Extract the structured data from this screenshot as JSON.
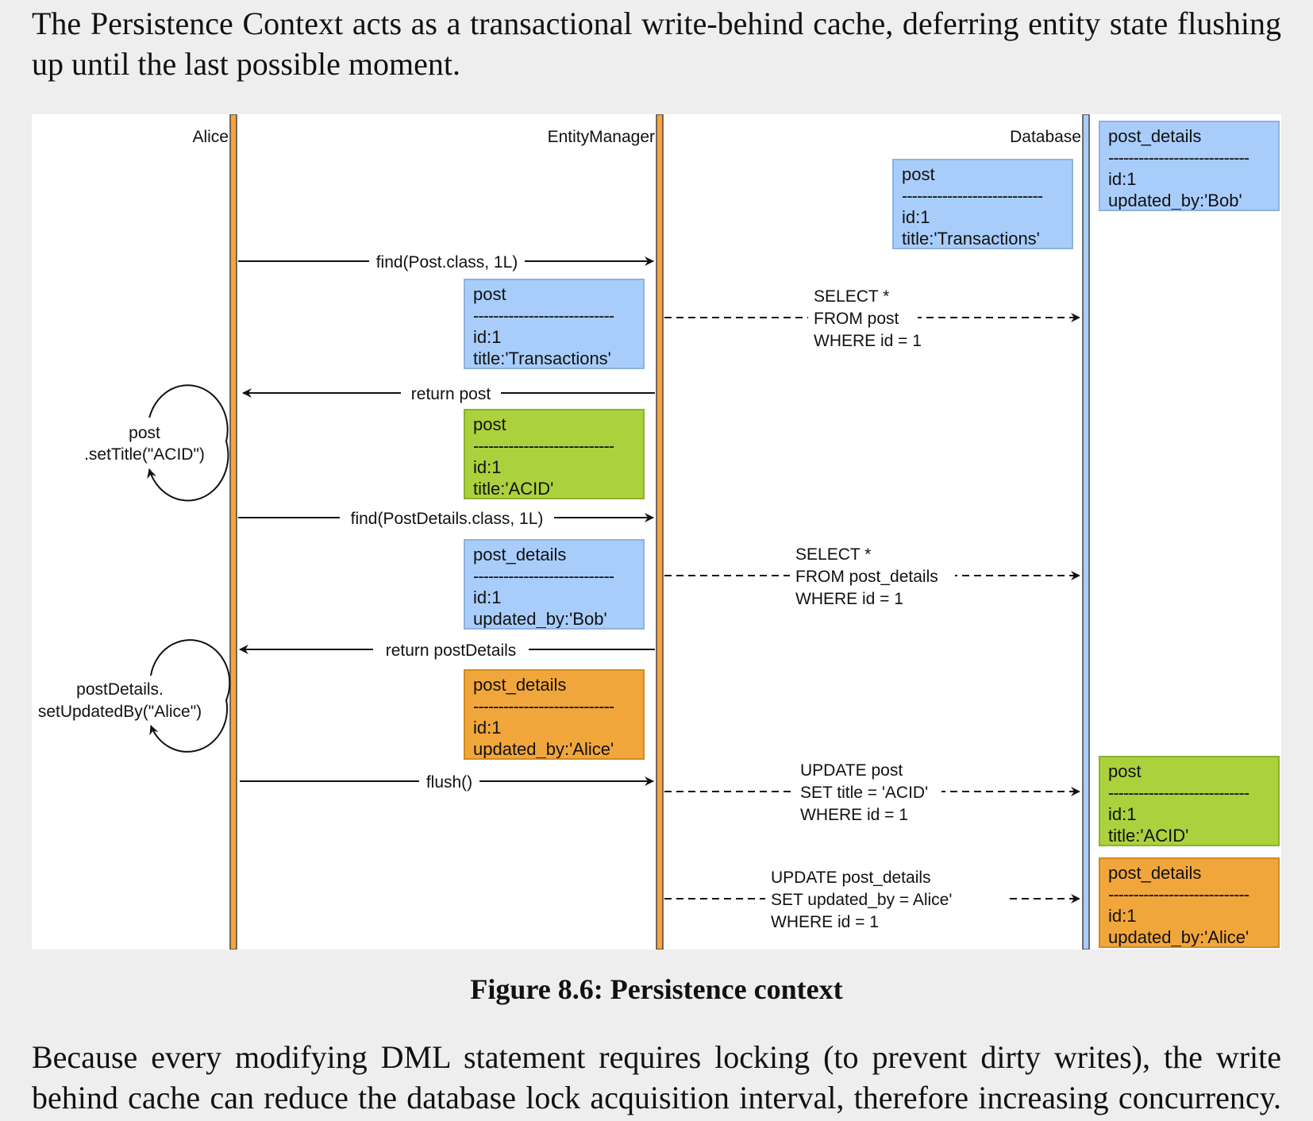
{
  "paragraph_top": "The Persistence Context acts as a transactional write-behind cache, deferring entity state flushing up until the last possible moment.",
  "paragraph_bottom": "Because every modifying DML statement requires locking (to prevent dirty writes), the write behind cache can reduce the database lock acquisition interval, therefore increasing concurrency.",
  "caption": "Figure 8.6: Persistence context",
  "diagram": {
    "lifelines": {
      "alice": "Alice",
      "entity_manager": "EntityManager",
      "database": "Database"
    },
    "messages": {
      "find_post": "find(Post.class, 1L)",
      "return_post": "return post",
      "set_title_1": "post",
      "set_title_2": ".setTitle(\"ACID\")",
      "find_post_details": "find(PostDetails.class, 1L)",
      "return_post_details": "return postDetails",
      "set_updated_by_1": "postDetails.",
      "set_updated_by_2": "setUpdatedBy(\"Alice\")",
      "flush": "flush()"
    },
    "sql": {
      "select_post": [
        "SELECT *",
        "FROM post",
        "WHERE id = 1"
      ],
      "select_post_details": [
        "SELECT *",
        "FROM post_details",
        "WHERE id = 1"
      ],
      "update_post": [
        "UPDATE post",
        "SET title = 'ACID'",
        "WHERE id = 1"
      ],
      "update_post_details": [
        "UPDATE post_details",
        "SET updated_by = Alice'",
        "WHERE id = 1"
      ]
    },
    "separator": "----------------------------",
    "boxes": {
      "db_post": {
        "name": "post",
        "id": "id:1",
        "value": "title:'Transactions'",
        "color": "#a9cdfa"
      },
      "db_post_details": {
        "name": "post_details",
        "id": "id:1",
        "value": "updated_by:'Bob'",
        "color": "#a9cdfa"
      },
      "pc_post_loaded": {
        "name": "post",
        "id": "id:1",
        "value": "title:'Transactions'",
        "color": "#a9cdfa"
      },
      "pc_post_modified": {
        "name": "post",
        "id": "id:1",
        "value": "title:'ACID'",
        "color": "#abd13d"
      },
      "pc_post_details_loaded": {
        "name": "post_details",
        "id": "id:1",
        "value": "updated_by:'Bob'",
        "color": "#a9cdfa"
      },
      "pc_post_details_modified": {
        "name": "post_details",
        "id": "id:1",
        "value": "updated_by:'Alice'",
        "color": "#f1a63b"
      },
      "db_post_updated": {
        "name": "post",
        "id": "id:1",
        "value": "title:'ACID'",
        "color": "#abd13d"
      },
      "db_post_details_updated": {
        "name": "post_details",
        "id": "id:1",
        "value": "updated_by:'Alice'",
        "color": "#f1a63b"
      }
    },
    "colors": {
      "lifeline_orange": "#f7a43b",
      "lifeline_blue": "#a9cdfa"
    }
  }
}
